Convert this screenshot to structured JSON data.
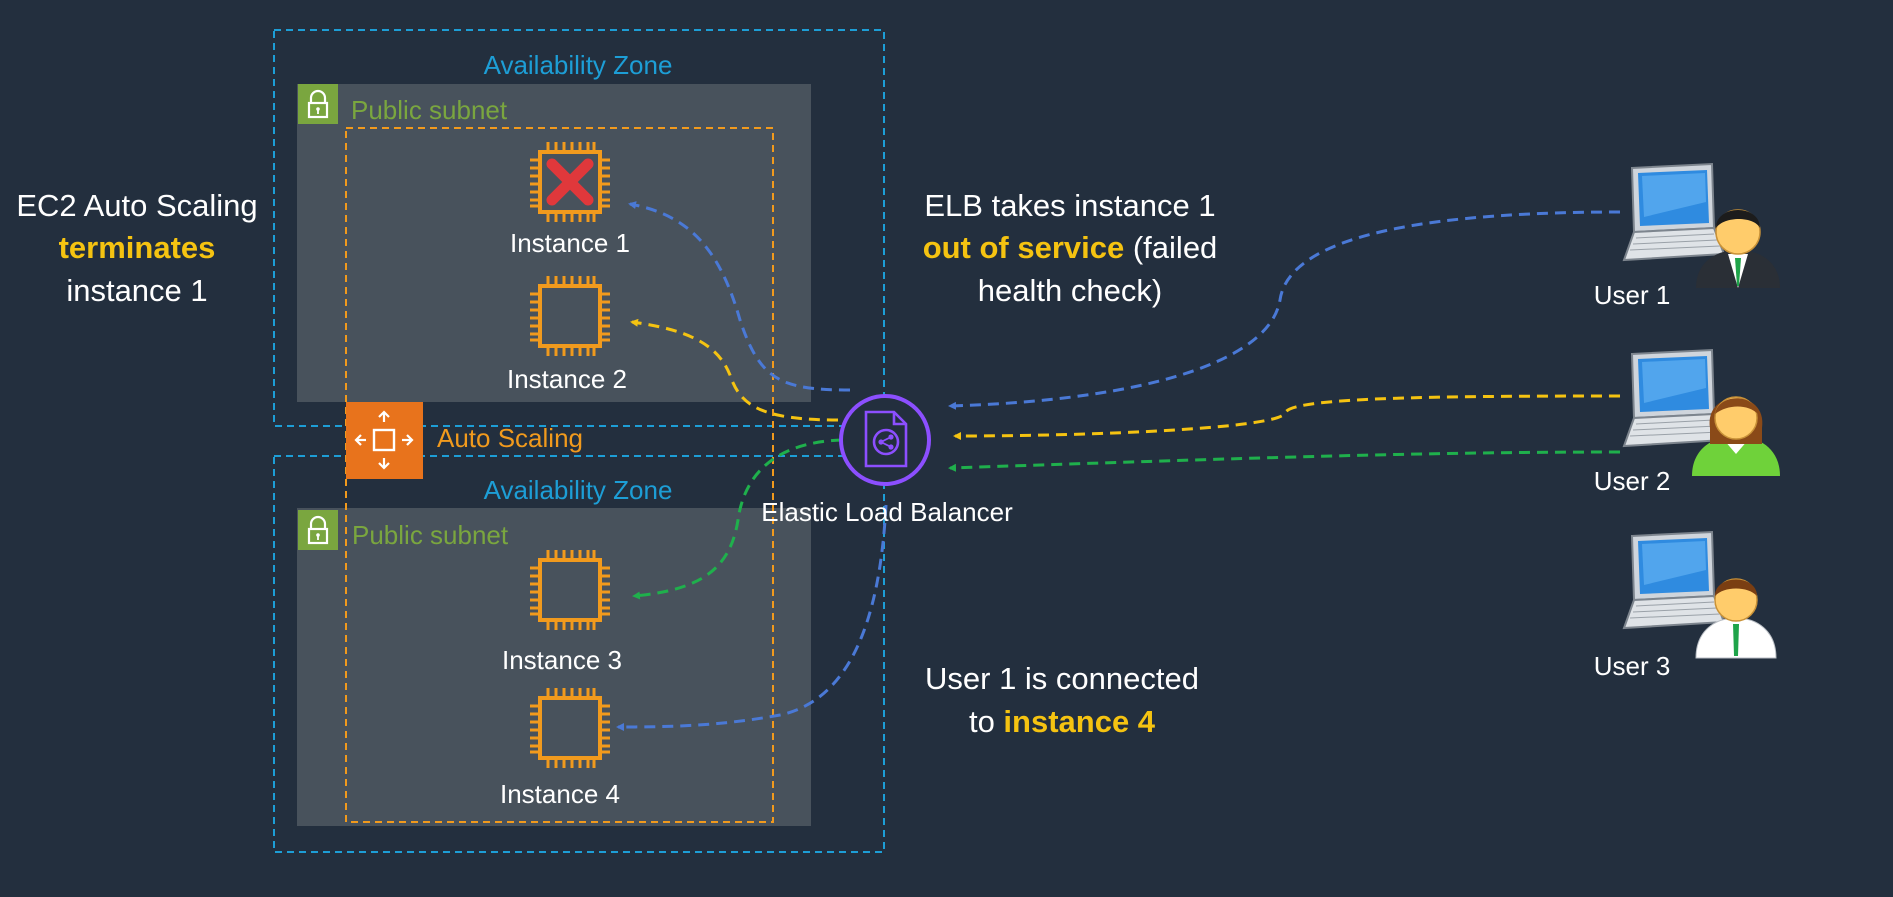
{
  "colors": {
    "background": "#232f3e",
    "availability_zone": "#1d9ed6",
    "public_subnet": "#7aa63f",
    "subnet_fill": "#48525c",
    "auto_scaling": "#f19a1d",
    "auto_scaling_icon_bg": "#e8731c",
    "instance": "#f19a1d",
    "elb": "#8c4fff",
    "user1_flow": "#4a79d6",
    "user2_flow": "#f5c311",
    "user3_flow": "#1fb04c",
    "highlight": "#f5c311",
    "terminated": "#e0383b",
    "text": "#ffffff"
  },
  "zones": [
    {
      "label": "Availability Zone",
      "subnet_label": "Public subnet",
      "icon": "lock-icon"
    },
    {
      "label": "Availability Zone",
      "subnet_label": "Public subnet",
      "icon": "lock-icon"
    }
  ],
  "auto_scaling": {
    "label": "Auto Scaling",
    "icon": "auto-scaling-icon"
  },
  "instances": [
    {
      "label": "Instance 1",
      "icon": "ec2-instance-icon",
      "terminated": true
    },
    {
      "label": "Instance 2",
      "icon": "ec2-instance-icon",
      "terminated": false
    },
    {
      "label": "Instance 3",
      "icon": "ec2-instance-icon",
      "terminated": false
    },
    {
      "label": "Instance 4",
      "icon": "ec2-instance-icon",
      "terminated": false
    }
  ],
  "elb": {
    "label": "Elastic Load Balancer",
    "icon": "elb-icon"
  },
  "users": [
    {
      "label": "User 1",
      "icon": "laptop-user-icon"
    },
    {
      "label": "User 2",
      "icon": "laptop-user-icon"
    },
    {
      "label": "User 3",
      "icon": "laptop-user-icon"
    }
  ],
  "annotations": {
    "left": {
      "line1": "EC2 Auto Scaling",
      "highlight": "terminates",
      "line3": "instance 1"
    },
    "top": {
      "line1": "ELB takes instance 1",
      "highlight": "out of service",
      "rest": " (failed",
      "line3": "health check)"
    },
    "bottom": {
      "line1": "User 1 is connected",
      "prefix": "to ",
      "highlight": "instance 4"
    }
  }
}
